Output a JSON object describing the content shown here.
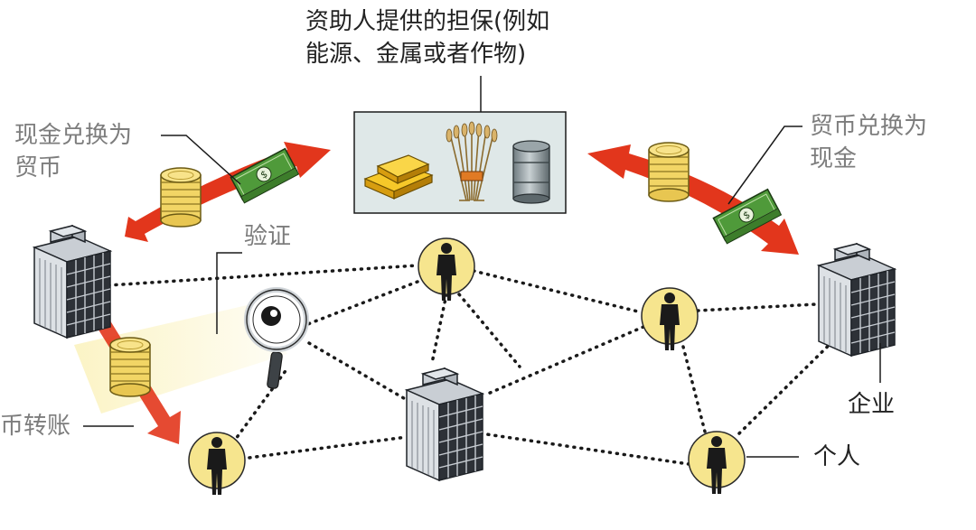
{
  "labels": {
    "collateral_line1": "资助人提供的担保(例如",
    "collateral_line2": "能源、金属或者作物)",
    "cash_to_coin_line1": "现金兑换为",
    "cash_to_coin_line2": "贸币",
    "coin_to_cash_line1": "贸币兑换为",
    "coin_to_cash_line2": "现金",
    "verify": "验证",
    "transfer": "币转账",
    "enterprise": "企业",
    "individual": "个人"
  },
  "icons": [
    "gold-bars-icon",
    "wheat-bundle-icon",
    "oil-barrel-icon",
    "office-building-icon",
    "coin-stack-icon",
    "banknote-icon",
    "magnifier-icon",
    "person-icon"
  ],
  "colors": {
    "arrow": "#e2361c",
    "node_fill": "#f6e58e",
    "coin": "#f2d565",
    "banknote": "#4f9a3a",
    "building_dark": "#2d3137",
    "building_light": "#d9dde2",
    "collateral_box": "#dfe8e8"
  }
}
